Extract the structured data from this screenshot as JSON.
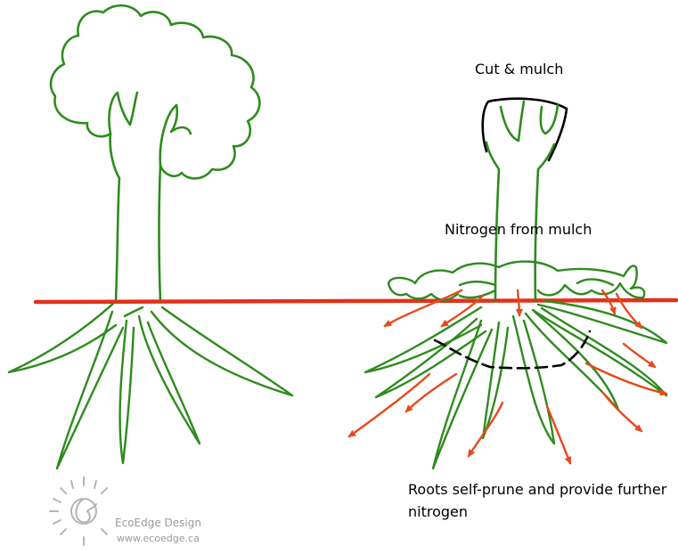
{
  "labels": {
    "cut_and_mulch": "Cut & mulch",
    "nitrogen_from_mulch": "Nitrogen from mulch",
    "roots_note": "Roots self-prune and provide further nitrogen"
  },
  "logo": {
    "name": "EcoEdge Design",
    "url": "www.ecoedge.ca"
  },
  "colors": {
    "plant": "#2e8b1e",
    "soil_line": "#e0321a",
    "nitrogen_arrows": "#e64a1e",
    "cut_outline": "#000000",
    "logo": "#b5b5b5"
  }
}
